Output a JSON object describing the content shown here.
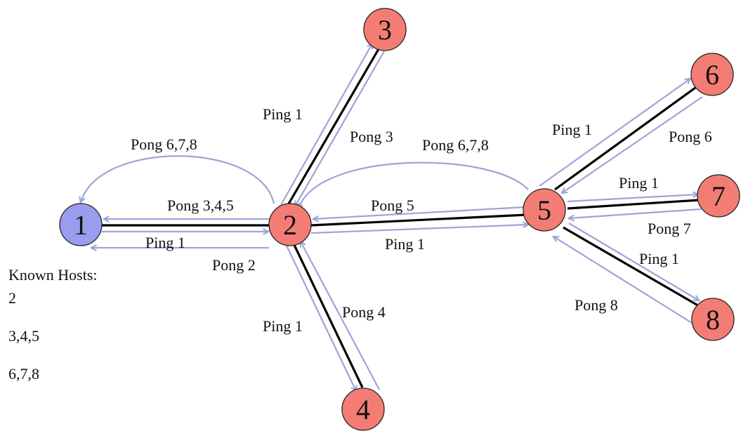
{
  "nodes": {
    "n1": "1",
    "n2": "2",
    "n3": "3",
    "n4": "4",
    "n5": "5",
    "n6": "6",
    "n7": "7",
    "n8": "8"
  },
  "labels": {
    "pong_678_left": "Pong 6,7,8",
    "pong_345": "Pong 3,4,5",
    "ping1_1_2": "Ping 1",
    "pong_2": "Pong 2",
    "ping1_2_3": "Ping 1",
    "pong_3": "Pong 3",
    "ping1_2_4": "Ping 1",
    "pong_4": "Pong 4",
    "pong_678_right": "Pong 6,7,8",
    "pong_5": "Pong 5",
    "ping1_2_5": "Ping 1",
    "ping1_5_6": "Ping 1",
    "pong_6": "Pong 6",
    "ping1_5_7": "Ping 1",
    "pong_7": "Pong 7",
    "ping1_5_8": "Ping 1",
    "pong_8": "Pong 8"
  },
  "known_hosts": {
    "title": "Known Hosts:",
    "line1": "2",
    "line2": "3,4,5",
    "line3": "6,7,8"
  },
  "colors": {
    "host_node": "#f37d74",
    "origin_node": "#9a9cee",
    "message_arrow": "#a0a3d6",
    "connection": "#000000"
  }
}
